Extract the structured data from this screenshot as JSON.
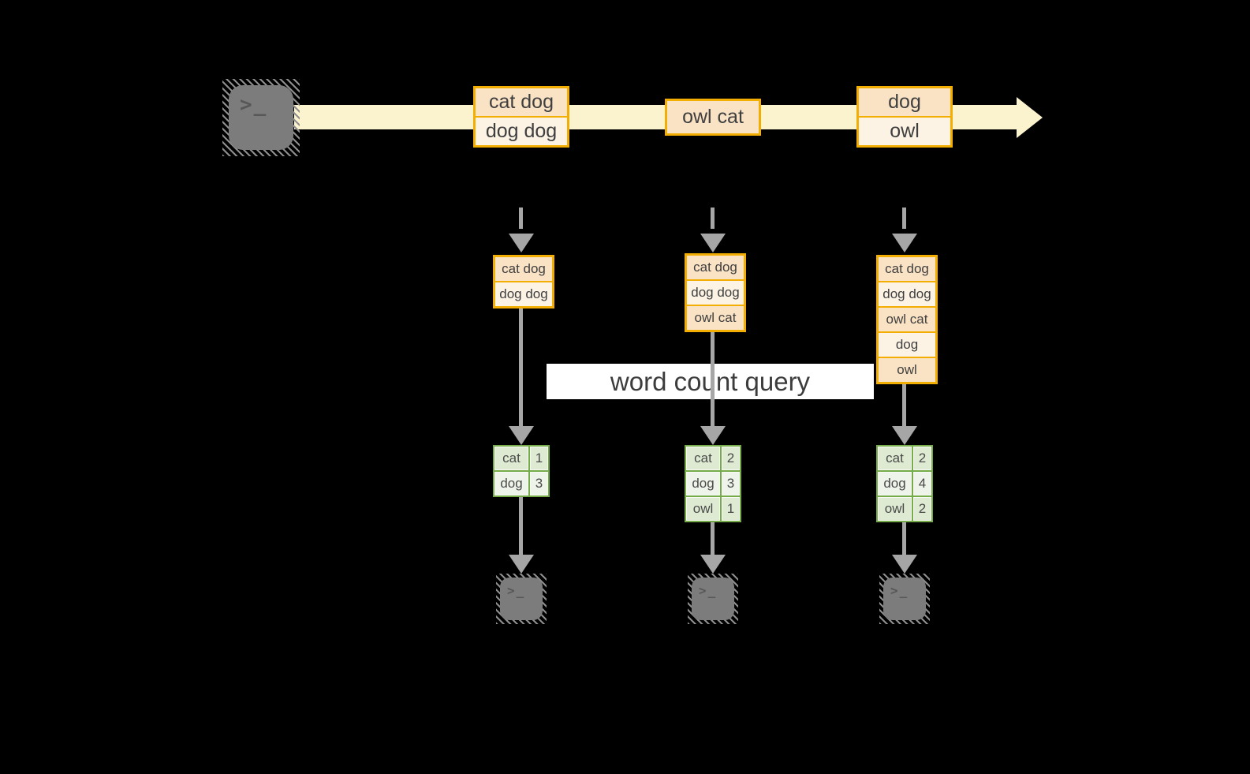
{
  "query_label": "word count query",
  "source_terminal": {
    "prompt": ">_"
  },
  "stream": {
    "records": [
      {
        "cells": [
          "cat dog",
          "dog dog"
        ]
      },
      {
        "cells": [
          "owl cat"
        ]
      },
      {
        "cells": [
          "dog",
          "owl"
        ]
      }
    ]
  },
  "pipelines": [
    {
      "buffer": [
        "cat dog",
        "dog dog"
      ],
      "counts": [
        [
          "cat",
          "1"
        ],
        [
          "dog",
          "3"
        ]
      ],
      "terminal_prompt": ">_"
    },
    {
      "buffer": [
        "cat dog",
        "dog dog",
        "owl cat"
      ],
      "counts": [
        [
          "cat",
          "2"
        ],
        [
          "dog",
          "3"
        ],
        [
          "owl",
          "1"
        ]
      ],
      "terminal_prompt": ">_"
    },
    {
      "buffer": [
        "cat dog",
        "dog dog",
        "owl cat",
        "dog",
        "owl"
      ],
      "counts": [
        [
          "cat",
          "2"
        ],
        [
          "dog",
          "4"
        ],
        [
          "owl",
          "2"
        ]
      ],
      "terminal_prompt": ">_"
    }
  ],
  "colors": {
    "background": "#000000",
    "stream_band": "#FBF2CE",
    "record_border": "#F2AE02",
    "record_fill_dark": "#FAE2C4",
    "record_fill_light": "#FDF3E5",
    "table_border": "#75AC49",
    "table_fill_dark": "#DEEBD2",
    "table_fill_light": "#EFF4EA",
    "arrow_gray": "#A6A6A6",
    "terminal_gray": "#7C7C7C",
    "label_bg": "#FFFFFF",
    "text": "#3F3F3F"
  }
}
